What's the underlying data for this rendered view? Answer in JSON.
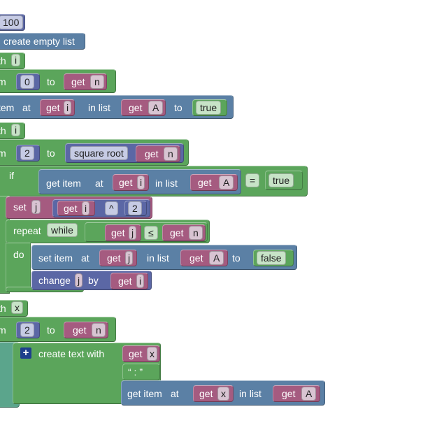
{
  "blocks": {
    "num_100": "100",
    "create_empty_list": "create empty list",
    "r1_with": "th",
    "r1_var": "i",
    "r2_from": "m",
    "r2_num": "0",
    "r2_to": "to",
    "r2_get": "get",
    "r2_var": "n",
    "r3_item": "tem",
    "r3_at": "at",
    "r3_get": "get",
    "r3_var": "i",
    "r3_inlist": "in list",
    "r3_get2": "get",
    "r3_list": "A",
    "r3_to": "to",
    "r3_true": "true",
    "r4_with": "th",
    "r4_var": "i",
    "r5_from": "m",
    "r5_num": "2",
    "r5_to": "to",
    "r5_sqrt": "square root",
    "r5_get": "get",
    "r5_var": "n",
    "if_label": "if",
    "if_getitem": "get item",
    "if_at": "at",
    "if_get": "get",
    "if_var": "i",
    "if_inlist": "in list",
    "if_get2": "get",
    "if_list": "A",
    "if_eq": "=",
    "if_true": "true",
    "set_label": "set",
    "set_var": "j",
    "set_get": "get",
    "set_getvar": "i",
    "set_pow": "^",
    "set_num": "2",
    "repeat_label": "repeat",
    "repeat_mode": "while",
    "rw_get": "get",
    "rw_var": "j",
    "rw_le": "≤",
    "rw_get2": "get",
    "rw_var2": "n",
    "do_label": "do",
    "si_setitem": "set item",
    "si_at": "at",
    "si_get": "get",
    "si_var": "j",
    "si_inlist": "in list",
    "si_get2": "get",
    "si_list": "A",
    "si_to": "to",
    "si_false": "false",
    "ch_change": "change",
    "ch_var": "j",
    "ch_by": "by",
    "ch_get": "get",
    "ch_getvar": "i",
    "r6_with": "th",
    "r6_var": "x",
    "r7_from": "m",
    "r7_num": "2",
    "r7_to": "to",
    "r7_get": "get",
    "r7_var": "n",
    "ct_label": "create text with",
    "ct_plus": "+",
    "ct_get": "get",
    "ct_var": "x",
    "ct_str": "“ : ”",
    "gi_getitem": "get item",
    "gi_at": "at",
    "gi_get": "get",
    "gi_var": "x",
    "gi_inlist": "in list",
    "gi_get2": "get",
    "gi_list": "A"
  },
  "colors": {
    "control": "#5ba55b",
    "lists": "#5b80a5",
    "math": "#5b67a5",
    "variables": "#a55b80",
    "logic": "#5ba58c"
  }
}
